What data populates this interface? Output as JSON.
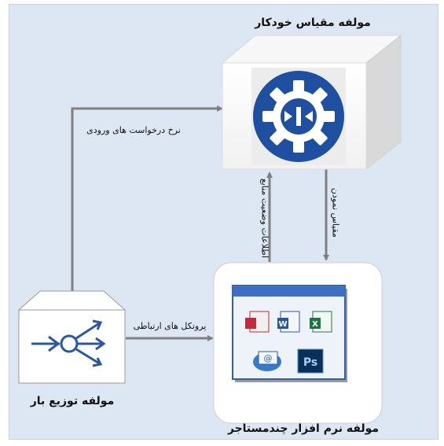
{
  "title_autoscaler": "مولفه مقیاس خودکار",
  "title_multitenant": "مولفه نرم افزار چندمستاجر",
  "title_loadbalancer": "مولفه توزیع بار",
  "edge_request_rate": "نرخ درخواست های ورودی",
  "edge_resource_status": "اطلاعات وضعیت منابع",
  "edge_scaling": "مقیاس نمودن",
  "edge_protocols": "پروتکل های ارتباطی",
  "app_icons": [
    "access-icon",
    "word-icon",
    "excel-icon",
    "outlook-icon",
    "photoshop-icon"
  ],
  "app_letters": [
    "W",
    "X",
    "Ps"
  ],
  "colors": {
    "background": "#dde7f3",
    "arrow": "#808080",
    "gear_blue": "#1e4fa0"
  }
}
